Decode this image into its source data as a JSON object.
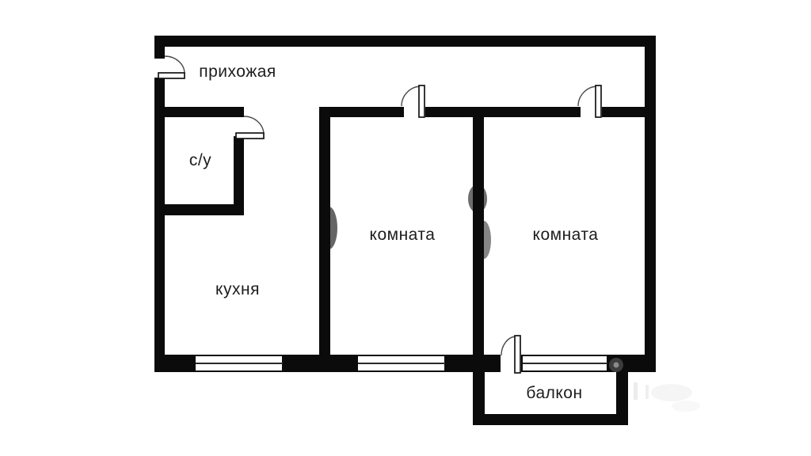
{
  "floor_plan": {
    "colors": {
      "wall": "#0b0b0b",
      "text": "#1d1d1d",
      "background": "#ffffff"
    },
    "rooms": {
      "hallway": {
        "label": "прихожая"
      },
      "bathroom": {
        "label": "с/у"
      },
      "kitchen": {
        "label": "кухня"
      },
      "room1": {
        "label": "комната"
      },
      "room2": {
        "label": "комната"
      },
      "balcony": {
        "label": "балкон"
      }
    }
  }
}
